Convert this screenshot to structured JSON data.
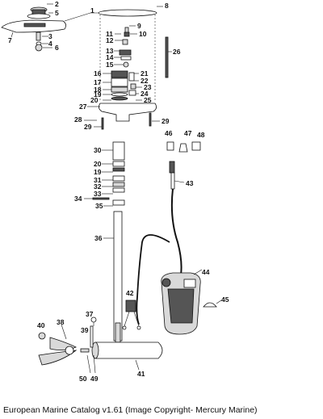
{
  "diagram": {
    "labels": {
      "p1": "1",
      "p2": "2",
      "p3": "3",
      "p4": "4",
      "p5": "5",
      "p6": "6",
      "p7": "7",
      "p8": "8",
      "p9": "9",
      "p10": "10",
      "p11": "11",
      "p12": "12",
      "p13": "13",
      "p14": "14",
      "p15": "15",
      "p16": "16",
      "p17": "17",
      "p18": "18",
      "p19": "19",
      "p19b": "19",
      "p20": "20",
      "p20b": "20",
      "p21": "21",
      "p22": "22",
      "p23": "23",
      "p24": "24",
      "p25": "25",
      "p26": "26",
      "p27": "27",
      "p28": "28",
      "p29": "29",
      "p29b": "29",
      "p30": "30",
      "p31": "31",
      "p32": "32",
      "p33": "33",
      "p34": "34",
      "p35": "35",
      "p36": "36",
      "p37": "37",
      "p38": "38",
      "p39": "39",
      "p40": "40",
      "p41": "41",
      "p42": "42",
      "p43": "43",
      "p44": "44",
      "p45": "45",
      "p46": "46",
      "p47": "47",
      "p48": "48",
      "p49": "49",
      "p50": "50"
    }
  },
  "caption": "European Marine Catalog v1.61 (Image Copyright- Mercury Marine)"
}
